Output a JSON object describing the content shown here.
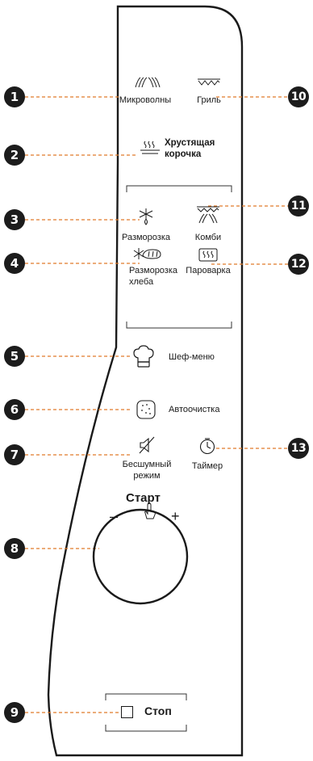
{
  "callouts": [
    "1",
    "2",
    "3",
    "4",
    "5",
    "6",
    "7",
    "8",
    "9",
    "10",
    "11",
    "12",
    "13"
  ],
  "buttons": {
    "microwave": "Микроволны",
    "grill": "Гриль",
    "crispy_line1": "Хрустящая",
    "crispy_line2": "корочка",
    "defrost": "Разморозка",
    "combi": "Комби",
    "bread_line1": "Разморозка",
    "bread_line2": "хлеба",
    "steamer": "Пароварка",
    "chef_menu": "Шеф-меню",
    "auto_clean": "Автоочистка",
    "silent_line1": "Бесшумный",
    "silent_line2": "режим",
    "timer": "Таймер",
    "start": "Старт",
    "minus": "–",
    "plus": "+",
    "stop": "Стоп"
  },
  "colors": {
    "leader": "#e07b2a",
    "badge": "#1c1c1c",
    "outline": "#1a1a1a"
  }
}
